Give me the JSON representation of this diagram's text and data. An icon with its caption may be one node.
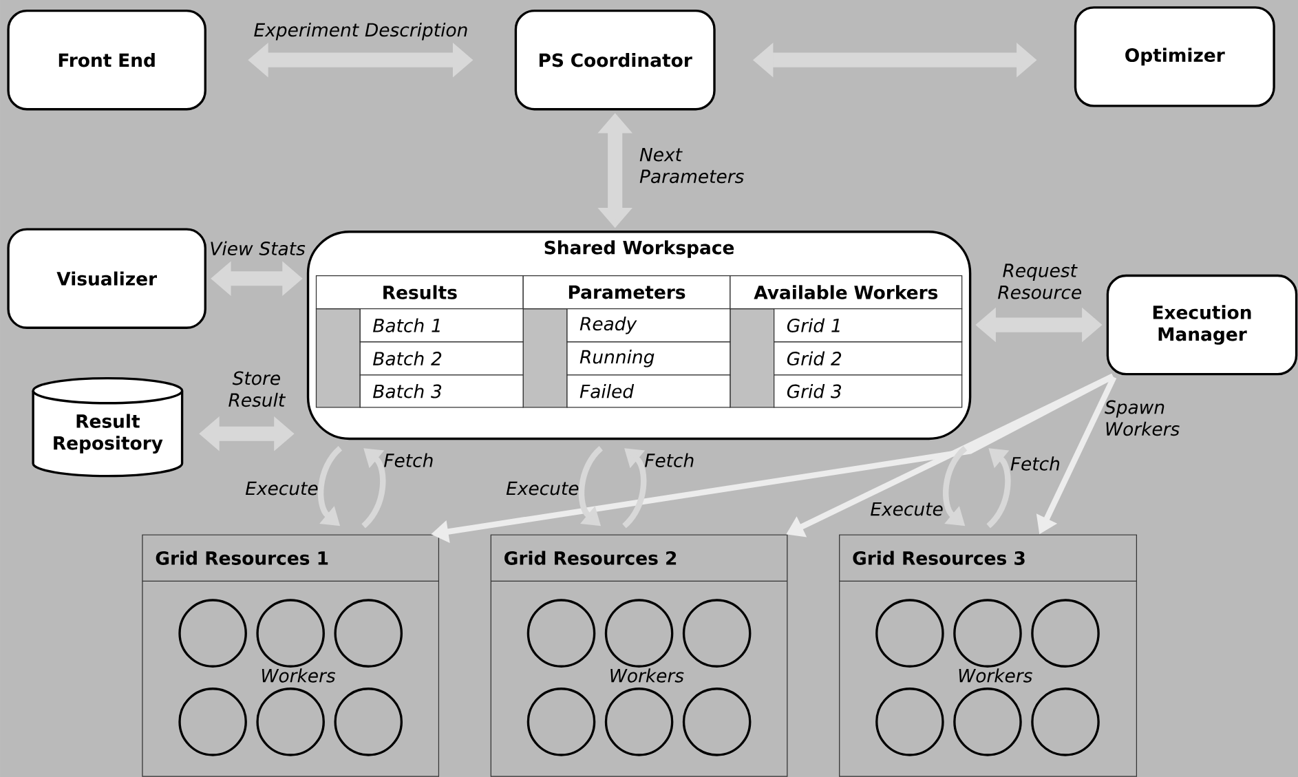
{
  "diagram": {
    "nodes": [
      {
        "text": [
          "Front End"
        ]
      },
      {
        "text": [
          "PS Coordinator"
        ]
      },
      {
        "text": [
          "Optimizer"
        ]
      },
      {
        "text": [
          "Visualizer"
        ]
      },
      {
        "text": [
          "Shared Workspace"
        ]
      },
      {
        "text": [
          "Execution Manager"
        ]
      },
      {
        "text": [
          "Result Repository"
        ]
      },
      {
        "text": [
          "Grid Resources 1",
          "Workers"
        ]
      },
      {
        "text": [],
        "shape": "circle",
        "in": 7
      },
      {
        "text": [],
        "shape": "circle",
        "in": 7
      },
      {
        "text": [],
        "shape": "circle",
        "in": 7
      },
      {
        "text": [],
        "shape": "circle",
        "in": 7
      },
      {
        "text": [],
        "shape": "circle",
        "in": 7
      },
      {
        "text": [],
        "shape": "circle",
        "in": 7
      },
      {
        "text": [
          "Grid Resources 2",
          "Workers"
        ]
      },
      {
        "text": [],
        "shape": "circle",
        "in": 14
      },
      {
        "text": [],
        "shape": "circle",
        "in": 14
      },
      {
        "text": [],
        "shape": "circle",
        "in": 14
      },
      {
        "text": [],
        "shape": "circle",
        "in": 14
      },
      {
        "text": [],
        "shape": "circle",
        "in": 14
      },
      {
        "text": [],
        "shape": "circle",
        "in": 14
      },
      {
        "text": [
          "Grid Resources 3",
          "Workers"
        ]
      },
      {
        "text": [],
        "shape": "circle",
        "in": 21
      },
      {
        "text": [],
        "shape": "circle",
        "in": 21
      },
      {
        "text": [],
        "shape": "circle",
        "in": 21
      },
      {
        "text": [],
        "shape": "circle",
        "in": 21
      },
      {
        "text": [],
        "shape": "circle",
        "in": 21
      },
      {
        "text": [],
        "shape": "circle",
        "in": 21
      }
    ],
    "edges": [
      {
        "from": 0,
        "to": 1,
        "arrow": "both",
        "label": "Experiment Description",
        "style": "thick"
      },
      {
        "from": 1,
        "to": 2,
        "arrow": "both",
        "style": "thick"
      },
      {
        "from": 1,
        "to": 4,
        "arrow": "both",
        "label": "Next Parameters",
        "style": "thick"
      },
      {
        "from": 3,
        "to": 4,
        "arrow": "both",
        "label": "View Stats",
        "style": "thick"
      },
      {
        "from": 6,
        "to": 4,
        "arrow": "both",
        "label": "Store Result",
        "style": "thick"
      },
      {
        "from": 4,
        "to": 5,
        "arrow": "both",
        "label": "Request Resource",
        "style": "thick"
      },
      {
        "from": 5,
        "to": 7,
        "arrow": "to",
        "color": "#ececec"
      },
      {
        "from": 5,
        "to": 14,
        "arrow": "to",
        "color": "#ececec"
      },
      {
        "from": 5,
        "to": 21,
        "arrow": "to",
        "label": "Spawn Workers",
        "color": "#ececec"
      },
      {
        "from": 4,
        "to": 7,
        "arrow": "to",
        "label": "Execute"
      },
      {
        "from": 7,
        "to": 4,
        "arrow": "to",
        "label": "Fetch"
      },
      {
        "from": 4,
        "to": 14,
        "arrow": "to",
        "label": "Execute"
      },
      {
        "from": 14,
        "to": 4,
        "arrow": "to",
        "label": "Fetch"
      },
      {
        "from": 4,
        "to": 21,
        "arrow": "to",
        "label": "Execute"
      },
      {
        "from": 21,
        "to": 4,
        "arrow": "to",
        "label": "Fetch"
      }
    ],
    "labels": [
      "Results",
      "Parameters",
      "Available Workers",
      "Batch 1",
      "Ready",
      "Grid 1",
      "Batch 2",
      "Running",
      "Grid 2",
      "Batch 3",
      "Failed",
      "Grid 3"
    ]
  }
}
